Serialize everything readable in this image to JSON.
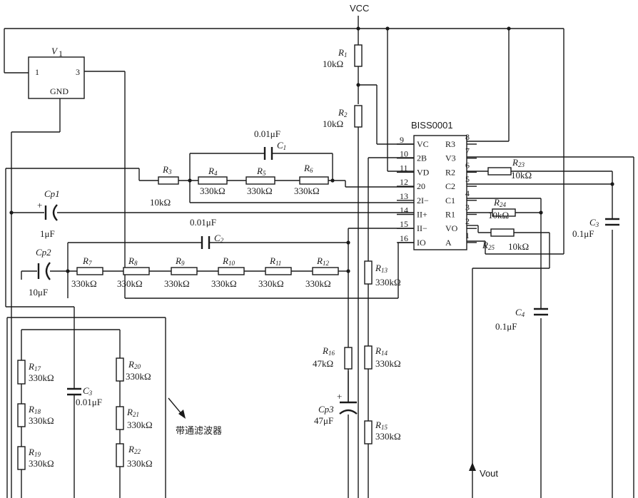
{
  "supply": {
    "vcc": "VCC"
  },
  "regulator": {
    "name": "V",
    "name_sub": "1",
    "pin1": "1",
    "pin3": "3",
    "gnd": "GND"
  },
  "ic": {
    "name": "BISS0001",
    "left_pins": [
      {
        "num": "9",
        "label": "VC"
      },
      {
        "num": "10",
        "label": "2B"
      },
      {
        "num": "11",
        "label": "VD"
      },
      {
        "num": "12",
        "label": "20"
      },
      {
        "num": "13",
        "label": "2I−"
      },
      {
        "num": "14",
        "label": "II+"
      },
      {
        "num": "15",
        "label": "II−"
      },
      {
        "num": "16",
        "label": "IO"
      }
    ],
    "right_pins": [
      {
        "num": "8",
        "label": "R3"
      },
      {
        "num": "7",
        "label": "V3"
      },
      {
        "num": "6",
        "label": "R2"
      },
      {
        "num": "5",
        "label": "C2"
      },
      {
        "num": "4",
        "label": "C1"
      },
      {
        "num": "3",
        "label": "R1"
      },
      {
        "num": "2",
        "label": "VO"
      },
      {
        "num": "1",
        "label": "A"
      }
    ]
  },
  "resistors": [
    {
      "id": "r1",
      "name": "R",
      "sub": "1",
      "value": "10kΩ"
    },
    {
      "id": "r2",
      "name": "R",
      "sub": "2",
      "value": "10kΩ"
    },
    {
      "id": "r3",
      "name": "R",
      "sub": "3",
      "value": "10kΩ"
    },
    {
      "id": "r4",
      "name": "R",
      "sub": "4",
      "value": "330kΩ"
    },
    {
      "id": "r5",
      "name": "R",
      "sub": "5",
      "value": "330kΩ"
    },
    {
      "id": "r6",
      "name": "R",
      "sub": "6",
      "value": "330kΩ"
    },
    {
      "id": "r7",
      "name": "R",
      "sub": "7",
      "value": "330kΩ"
    },
    {
      "id": "r8",
      "name": "R",
      "sub": "8",
      "value": "330kΩ"
    },
    {
      "id": "r9",
      "name": "R",
      "sub": "9",
      "value": "330kΩ"
    },
    {
      "id": "r10",
      "name": "R",
      "sub": "10",
      "value": "330kΩ"
    },
    {
      "id": "r11",
      "name": "R",
      "sub": "11",
      "value": "330kΩ"
    },
    {
      "id": "r12",
      "name": "R",
      "sub": "12",
      "value": "330kΩ"
    },
    {
      "id": "r13",
      "name": "R",
      "sub": "13",
      "value": "330kΩ"
    },
    {
      "id": "r14",
      "name": "R",
      "sub": "14",
      "value": "330kΩ"
    },
    {
      "id": "r15",
      "name": "R",
      "sub": "15",
      "value": "330kΩ"
    },
    {
      "id": "r16",
      "name": "R",
      "sub": "16",
      "value": "47kΩ"
    },
    {
      "id": "r17",
      "name": "R",
      "sub": "17",
      "value": "330kΩ"
    },
    {
      "id": "r18",
      "name": "R",
      "sub": "18",
      "value": "330kΩ"
    },
    {
      "id": "r19",
      "name": "R",
      "sub": "19",
      "value": "330kΩ"
    },
    {
      "id": "r20",
      "name": "R",
      "sub": "20",
      "value": "330kΩ"
    },
    {
      "id": "r21",
      "name": "R",
      "sub": "21",
      "value": "330kΩ"
    },
    {
      "id": "r22",
      "name": "R",
      "sub": "22",
      "value": "330kΩ"
    },
    {
      "id": "r23",
      "name": "R",
      "sub": "23",
      "value": "10kΩ"
    },
    {
      "id": "r24",
      "name": "R",
      "sub": "24",
      "value": "10kΩ"
    },
    {
      "id": "r25",
      "name": "R",
      "sub": "25",
      "value": "10kΩ"
    }
  ],
  "capacitors": [
    {
      "id": "c1",
      "name": "C",
      "sub": "1",
      "value": "0.01μF"
    },
    {
      "id": "c2",
      "name": "C",
      "sub": "2",
      "value": "0.01μF"
    },
    {
      "id": "c3l",
      "name": "C",
      "sub": "3",
      "value": "0.01μF"
    },
    {
      "id": "c3r",
      "name": "C",
      "sub": "3",
      "value": "0.1μF"
    },
    {
      "id": "c4",
      "name": "C",
      "sub": "4",
      "value": "0.1μF"
    },
    {
      "id": "cp1",
      "name": "Cp1",
      "sub": "",
      "value": "1μF"
    },
    {
      "id": "cp2",
      "name": "Cp2",
      "sub": "",
      "value": "10μF"
    },
    {
      "id": "cp3",
      "name": "Cp3",
      "sub": "",
      "value": "47μF"
    }
  ],
  "polarity": {
    "plus": "+"
  },
  "bandpass_label": "带通滤波器",
  "output": {
    "label": "Vout"
  }
}
